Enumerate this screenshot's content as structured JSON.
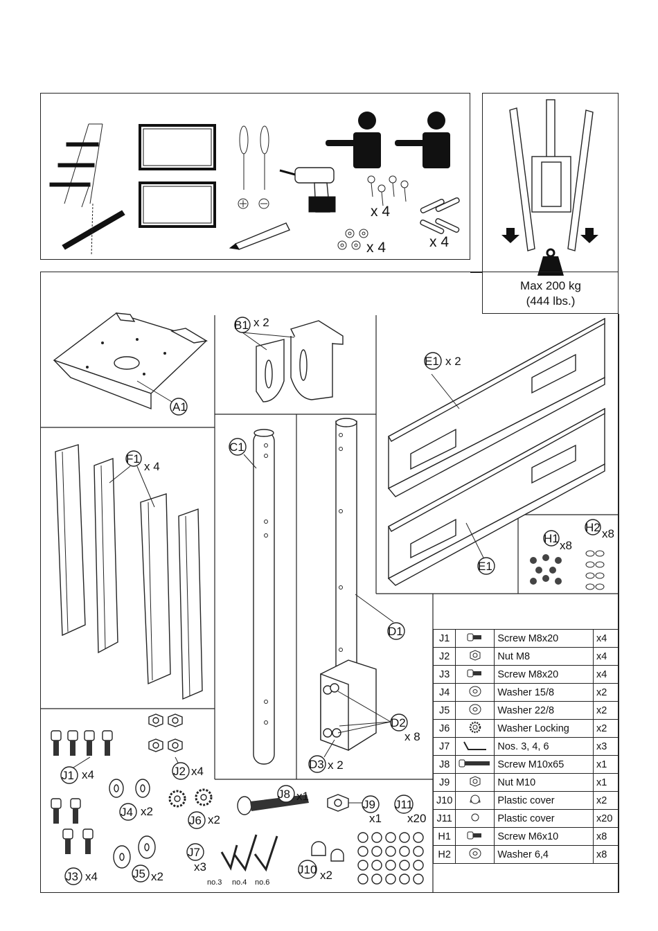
{
  "tools": {
    "screws_qty": "x 4",
    "washers_qty": "x 4",
    "anchors_qty": "x 4"
  },
  "maxload": {
    "line1": "Max 200 kg",
    "line2": "(444 lbs.)"
  },
  "parts": {
    "A1": "A1",
    "B1": "B1",
    "B1_qty": "x 2",
    "C1": "C1",
    "D1": "D1",
    "D2": "D2",
    "D2_qty": "x 8",
    "D3": "D3",
    "D3_qty": "x 2",
    "E1": "E1",
    "E1_qty": "x 2",
    "F1": "F1",
    "F1_qty": "x 4",
    "H1": "H1",
    "H1_qty": "x8",
    "H2": "H2",
    "H2_qty": "x8",
    "J1": "J1",
    "J1_qty": "x4",
    "J2": "J2",
    "J2_qty": "x4",
    "J3": "J3",
    "J3_qty": "x4",
    "J4": "J4",
    "J4_qty": "x2",
    "J5": "J5",
    "J5_qty": "x2",
    "J6": "J6",
    "J6_qty": "x2",
    "J7": "J7",
    "J7_qty": "x3",
    "J7_sizes": [
      "no.3",
      "no.4",
      "no.6"
    ],
    "J8": "J8",
    "J8_qty": "x1",
    "J9": "J9",
    "J9_qty": "x1",
    "J10": "J10",
    "J10_qty": "x2",
    "J11": "J11",
    "J11_qty": "x20"
  },
  "hardware_table": [
    {
      "code": "J1",
      "icon": "screw-icon",
      "desc": "Screw M8x20",
      "qty": "x4"
    },
    {
      "code": "J2",
      "icon": "nut-icon",
      "desc": "Nut M8",
      "qty": "x4"
    },
    {
      "code": "J3",
      "icon": "screw-icon",
      "desc": "Screw M8x20",
      "qty": "x4"
    },
    {
      "code": "J4",
      "icon": "washer-icon",
      "desc": "Washer 15/8",
      "qty": "x2"
    },
    {
      "code": "J5",
      "icon": "washer-icon",
      "desc": "Washer 22/8",
      "qty": "x2"
    },
    {
      "code": "J6",
      "icon": "lock-washer-icon",
      "desc": "Washer Locking",
      "qty": "x2"
    },
    {
      "code": "J7",
      "icon": "hex-key-icon",
      "desc": "Nos. 3, 4, 6",
      "qty": "x3"
    },
    {
      "code": "J8",
      "icon": "long-screw-icon",
      "desc": "Screw M10x65",
      "qty": "x1"
    },
    {
      "code": "J9",
      "icon": "nut-icon",
      "desc": "Nut M10",
      "qty": "x1"
    },
    {
      "code": "J10",
      "icon": "cap-icon",
      "desc": "Plastic cover",
      "qty": "x2"
    },
    {
      "code": "J11",
      "icon": "small-cap-icon",
      "desc": "Plastic cover",
      "qty": "x20"
    },
    {
      "code": "H1",
      "icon": "screw-icon",
      "desc": "Screw M6x10",
      "qty": "x8"
    },
    {
      "code": "H2",
      "icon": "washer-icon",
      "desc": "Washer 6,4",
      "qty": "x8"
    }
  ]
}
